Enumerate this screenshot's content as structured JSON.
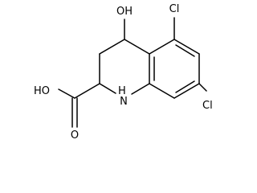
{
  "diagram": {
    "type": "chemical-structure",
    "atom_labels": {
      "hydroxyl": "OH",
      "chlorine_5": "Cl",
      "chlorine_7": "Cl",
      "carboxyl_hydroxyl": "HO",
      "carboxyl_oxygen": "O",
      "amine": "H\nN"
    }
  }
}
